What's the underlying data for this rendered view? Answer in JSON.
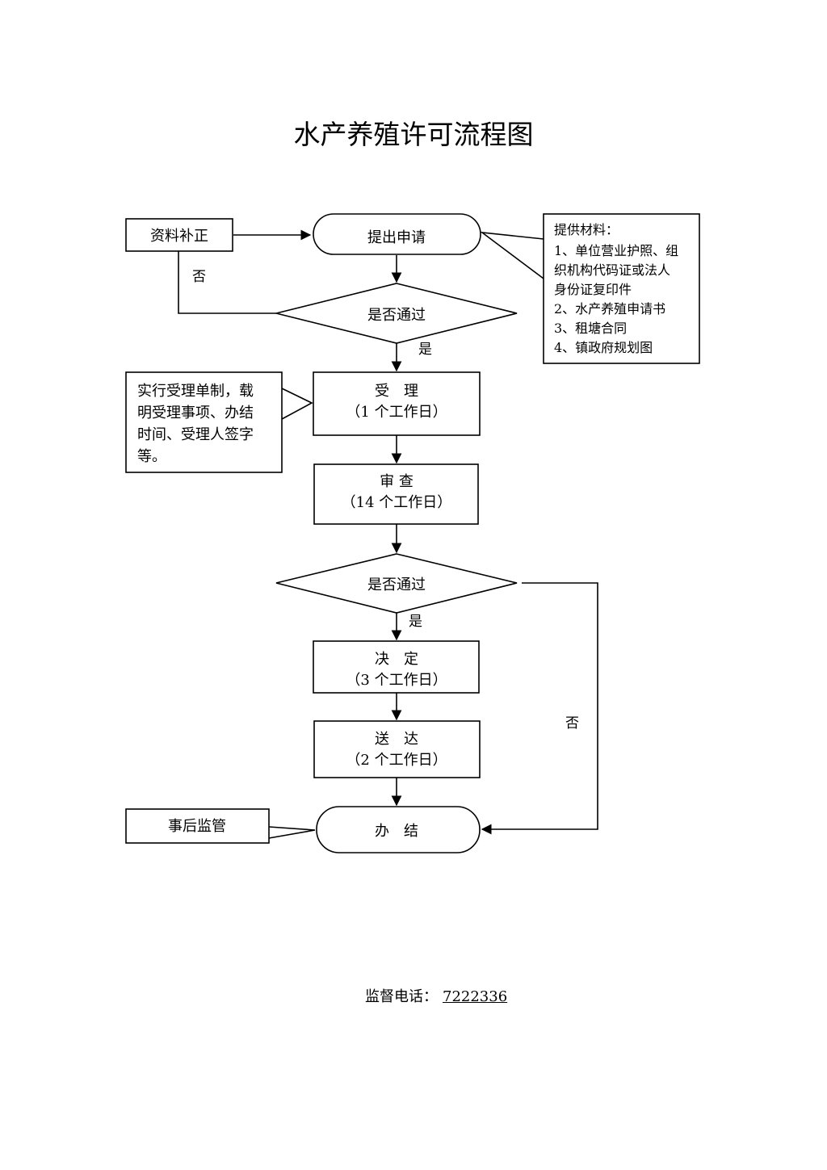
{
  "title": "水产养殖许可流程图",
  "nodes": {
    "submit": "提出申请",
    "supplement": "资料补正",
    "check1": "是否通过",
    "accept": "受　理",
    "accept_days": "（1 个工作日）",
    "review": "审 查",
    "review_days": "（14 个工作日）",
    "check2": "是否通过",
    "decide": "决　定",
    "decide_days": "（3 个工作日）",
    "deliver": "送　达",
    "deliver_days": "（2 个工作日）",
    "finish": "办　结",
    "supervise": "事后监管"
  },
  "labels": {
    "no1": "否",
    "yes1": "是",
    "yes2": "是",
    "no2": "否"
  },
  "materials": {
    "heading": "提供材料：",
    "lines": [
      "1、单位营业护照、组",
      "织机构代码证或法人",
      "身份证复印件",
      "2、水产养殖申请书",
      "3、租塘合同",
      "4、镇政府规划图"
    ]
  },
  "accept_note": {
    "lines": [
      "实行受理单制，载",
      "明受理事项、办结",
      "时间、受理人签字",
      "等。"
    ]
  },
  "footer": {
    "label": "监督电话：",
    "phone": "7222336"
  }
}
